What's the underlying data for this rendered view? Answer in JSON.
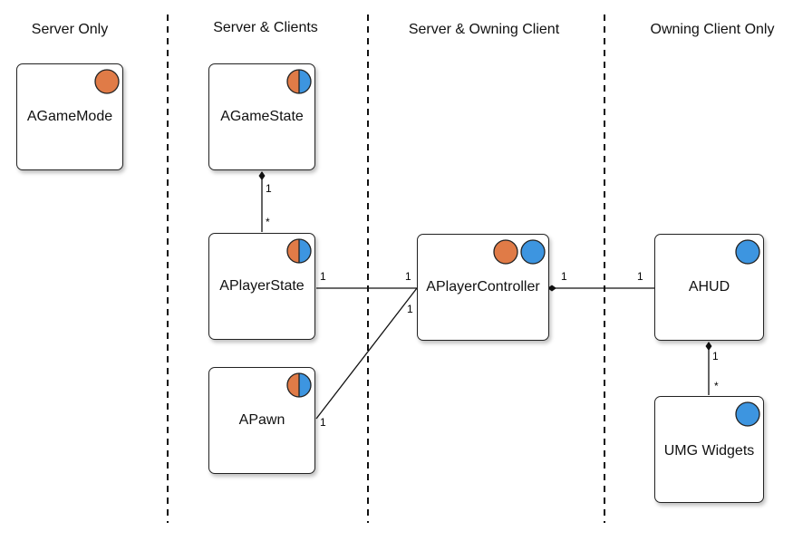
{
  "columns": [
    "Server Only",
    "Server & Clients",
    "Server & Owning Client",
    "Owning Client Only"
  ],
  "nodes": {
    "game_mode": "AGameMode",
    "game_state": "AGameState",
    "player_state": "APlayerState",
    "pawn": "APawn",
    "player_controller": "APlayerController",
    "hud": "AHUD",
    "umg_widgets": "UMG Widgets"
  },
  "multiplicities": {
    "gamestate_playerstate_top": "1",
    "gamestate_playerstate_bottom": "*",
    "playerstate_controller_left": "1",
    "playerstate_controller_right": "1",
    "pawn_controller_right": "1",
    "pawn_controller_left": "1",
    "controller_hud_left": "1",
    "controller_hud_right": "1",
    "hud_widgets_top": "1",
    "hud_widgets_bottom": "*"
  },
  "badges": {
    "game_mode": "server",
    "game_state": "server-client-split",
    "player_state": "server-client-split",
    "pawn": "server-client-split",
    "player_controller": "server-and-client",
    "hud": "client",
    "umg_widgets": "client"
  },
  "colors": {
    "server": "#E07B47",
    "client": "#3D95E0",
    "line": "#111111",
    "divider": "#111111"
  }
}
